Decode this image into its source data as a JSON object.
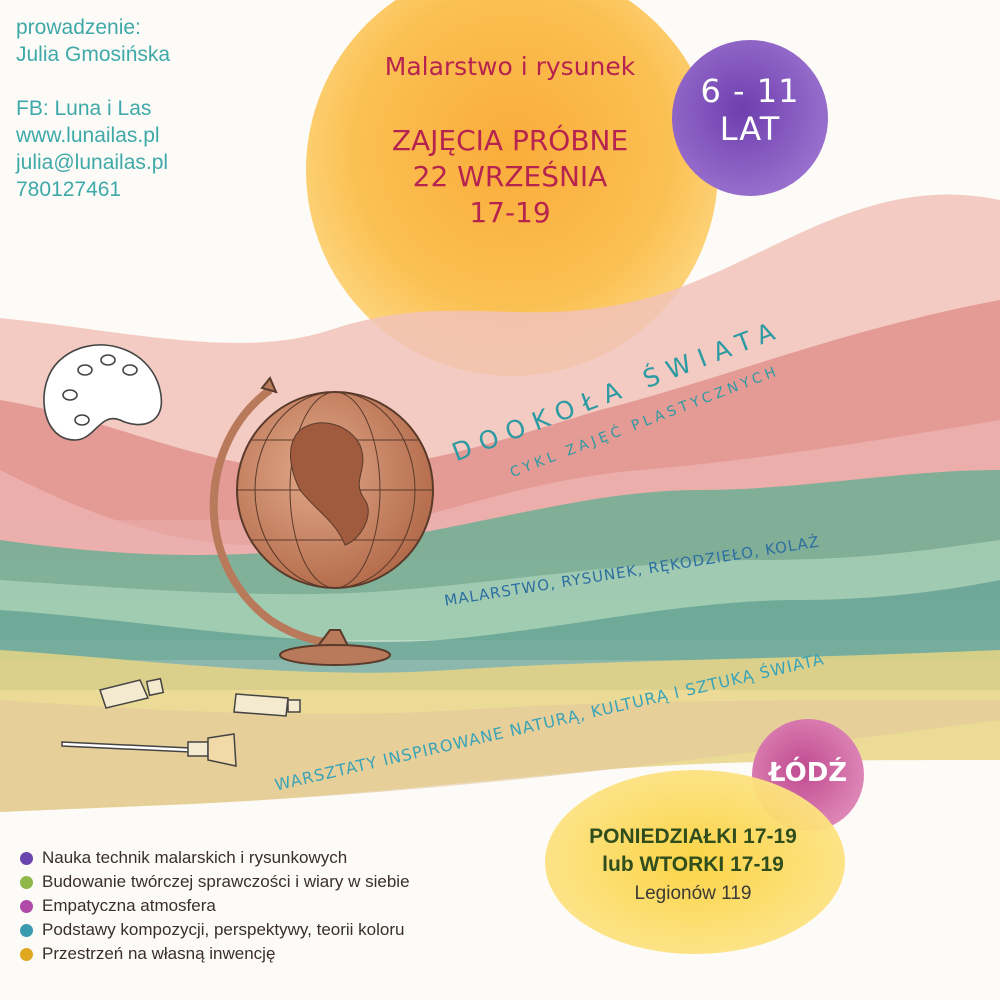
{
  "contact": {
    "lead_label": "prowadzenie:",
    "lead_name": "Julia Gmosińska",
    "fb": "FB: Luna i Las",
    "website": "www.lunailas.pl",
    "email": "julia@lunailas.pl",
    "phone": "780127461"
  },
  "event": {
    "subtitle": "Malarstwo i rysunek",
    "trial": "ZAJĘCIA PRÓBNE",
    "date": "22 WRZEŚNIA",
    "hours": "17-19"
  },
  "age": {
    "range": "6 - 11",
    "unit": "LAT"
  },
  "series": {
    "title": "DOOKOŁA ŚWIATA",
    "subtitle": "CYKL ZAJĘĆ PLASTYCZNYCH",
    "disciplines": "MALARSTWO, RYSUNEK, RĘKODZIEŁO, KOLAŻ",
    "tagline": "WARSZTATY INSPIROWANE NATURĄ, KULTURĄ I SZTUKĄ ŚWIATA"
  },
  "location": {
    "city": "ŁÓDŹ",
    "schedule_1": "PONIEDZIAŁKI 17-19",
    "schedule_2": "lub WTORKI 17-19",
    "address": "Legionów 119"
  },
  "features": [
    {
      "text": "Nauka technik malarskich i rysunkowych",
      "color": "#6a45b0"
    },
    {
      "text": "Budowanie twórczej sprawczości i wiary w siebie",
      "color": "#8fb84a"
    },
    {
      "text": "Empatyczna atmosfera",
      "color": "#b04aa8"
    },
    {
      "text": "Podstawy kompozycji, perspektywy, teorii koloru",
      "color": "#3a9bb0"
    },
    {
      "text": "Przestrzeń na własną inwencję",
      "color": "#e0a820"
    }
  ],
  "colors": {
    "sun": "#f8b33a",
    "age_badge": "#7c4fb5",
    "city_badge": "#c4559a",
    "teal_text": "#3fa9a9",
    "title_red": "#b6234f"
  },
  "icons": [
    "palette-icon",
    "globe-icon",
    "paint-tube-icon",
    "paintbrush-icon"
  ]
}
